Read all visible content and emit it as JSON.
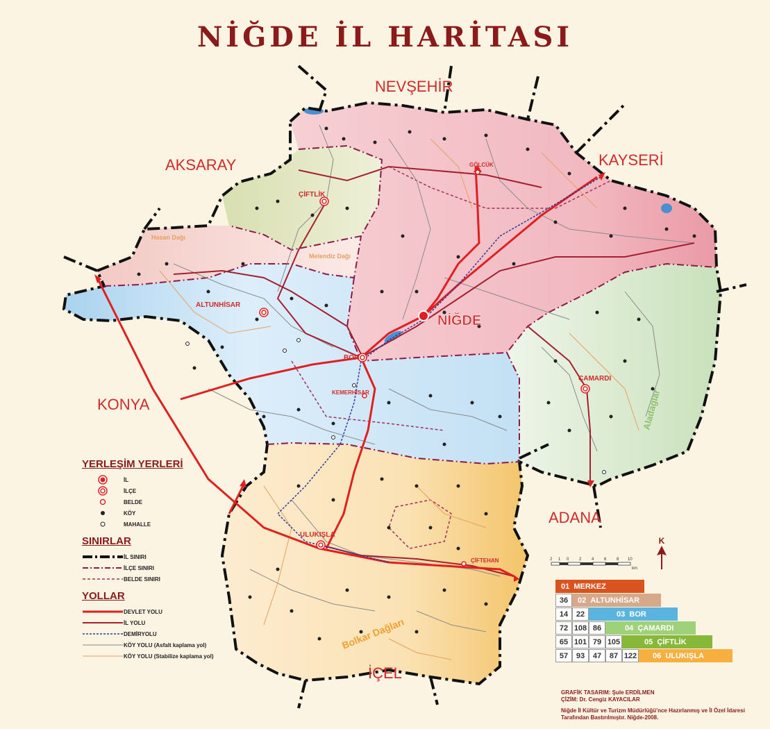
{
  "title": "NİĞDE İL HARİTASI",
  "neighbors": [
    {
      "name": "NEVŞEHİR",
      "pos": "top"
    },
    {
      "name": "KAYSERİ",
      "pos": "top-right"
    },
    {
      "name": "AKSARAY",
      "pos": "top-left"
    },
    {
      "name": "KONYA",
      "pos": "left"
    },
    {
      "name": "ADANA",
      "pos": "right"
    },
    {
      "name": "İÇEL",
      "pos": "bottom"
    }
  ],
  "province_center": "NİĞDE",
  "district_centers": [
    "ALTUNHİSAR",
    "BOR",
    "ÇAMARDI",
    "ÇİFTLİK",
    "ULUKIŞLA"
  ],
  "towns": [
    "GÖLCÜK",
    "KEMERHİSAR",
    "ÇİFTEHAN"
  ],
  "mountains": [
    "Hasan Dağı",
    "Melendiz Dağı",
    "Aladağlar",
    "Bolkar Dağları"
  ],
  "district_colors": {
    "merkez": "#f2b8c0",
    "altunhisar": "#f7d7d2",
    "bor": "#c9e4f5",
    "camardi": "#dcecd3",
    "ciftlik": "#e2e7c4",
    "ulukisla": "#fbe2b4"
  },
  "legend": {
    "settlements_title": "YERLEŞİM YERLERİ",
    "settlements": [
      {
        "label": "İL",
        "icon": "il-icon"
      },
      {
        "label": "İLÇE",
        "icon": "ilce-icon"
      },
      {
        "label": "BELDE",
        "icon": "belde-icon"
      },
      {
        "label": "KÖY",
        "icon": "koy-icon"
      },
      {
        "label": "MAHALLE",
        "icon": "mahalle-icon"
      }
    ],
    "borders_title": "SINIRLAR",
    "borders": [
      {
        "label": "İL SINIRI",
        "style": "dashdot-thick",
        "color": "#111111"
      },
      {
        "label": "İLÇE SINIRI",
        "style": "dashdot",
        "color": "#8b1a4a"
      },
      {
        "label": "BELDE SINIRI",
        "style": "dashed",
        "color": "#a0305a"
      }
    ],
    "roads_title": "YOLLAR",
    "roads": [
      {
        "label": "DEVLET YOLU",
        "style": "solid-thick",
        "color": "#e02020"
      },
      {
        "label": "İL YOLU",
        "style": "solid",
        "color": "#a32030"
      },
      {
        "label": "DEMİRYOLU",
        "style": "dotted",
        "color": "#2a3aa0"
      },
      {
        "label": "KÖY YOLU (Asfalt kaplama yol)",
        "style": "thin",
        "color": "#888888"
      },
      {
        "label": "KÖY YOLU (Stabilize kaplama yol)",
        "style": "thin",
        "color": "#e8a060"
      }
    ]
  },
  "north_label": "K",
  "scale_ticks": [
    "2",
    "1",
    "0",
    "2",
    "4",
    "6",
    "8",
    "10"
  ],
  "scale_unit": "km",
  "distance_table": {
    "districts": [
      {
        "code": "01",
        "name": "MERKEZ",
        "color": "#d9531e"
      },
      {
        "code": "02",
        "name": "ALTUNHİSAR",
        "color": "#d6a98a"
      },
      {
        "code": "03",
        "name": "BOR",
        "color": "#5bb4e0"
      },
      {
        "code": "04",
        "name": "ÇAMARDI",
        "color": "#9fd07a"
      },
      {
        "code": "05",
        "name": "ÇİFTLİK",
        "color": "#88b83a"
      },
      {
        "code": "06",
        "name": "ULUKIŞLA",
        "color": "#f7b040"
      }
    ],
    "rows": [
      [],
      [
        "36"
      ],
      [
        "14",
        "22"
      ],
      [
        "72",
        "108",
        "86"
      ],
      [
        "65",
        "101",
        "79",
        "105"
      ],
      [
        "57",
        "93",
        "47",
        "87",
        "122"
      ]
    ]
  },
  "credits": {
    "design": "GRAFİK TASARIM: Şule ERDİLMEN",
    "drawing": "ÇİZİM: Dr. Cengiz KAYACILAR",
    "publisher": "Niğde İl Kültür ve Turizm Müdürlüğü'nce Hazırlanmış ve İl Özel İdaresi Tarafından Bastırılmıştır. Niğde-2008."
  }
}
